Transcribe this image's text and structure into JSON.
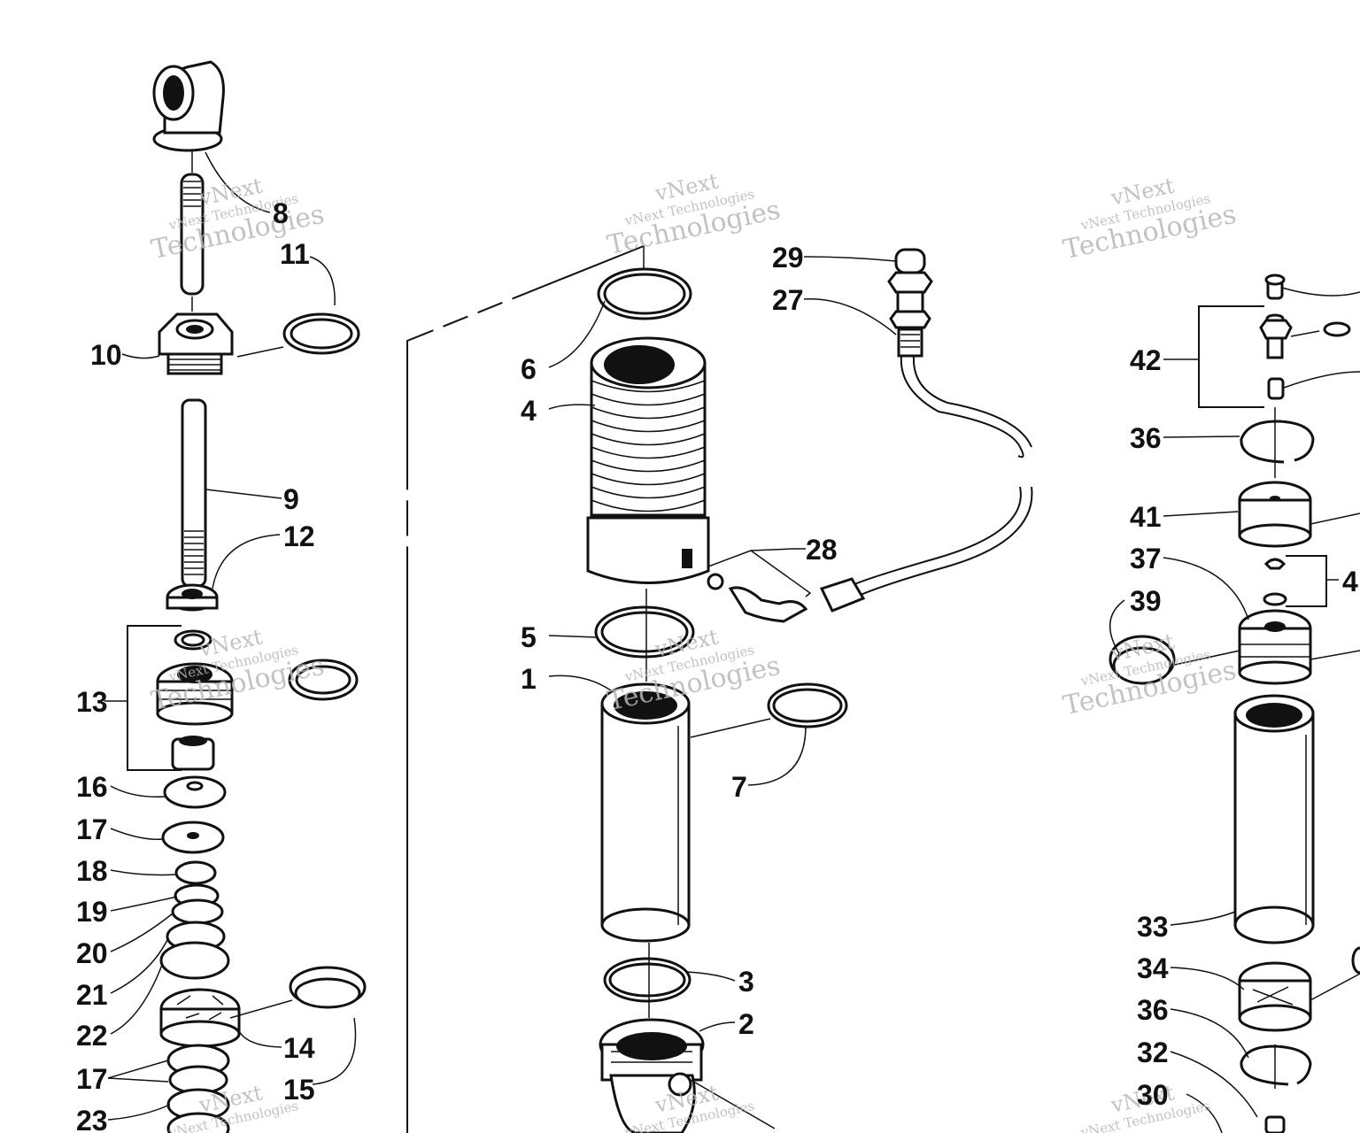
{
  "callouts": [
    {
      "id": "8",
      "text": "8"
    },
    {
      "id": "11",
      "text": "11"
    },
    {
      "id": "10",
      "text": "10"
    },
    {
      "id": "9",
      "text": "9"
    },
    {
      "id": "12",
      "text": "12"
    },
    {
      "id": "13",
      "text": "13"
    },
    {
      "id": "16",
      "text": "16"
    },
    {
      "id": "17a",
      "text": "17"
    },
    {
      "id": "18",
      "text": "18"
    },
    {
      "id": "19",
      "text": "19"
    },
    {
      "id": "20",
      "text": "20"
    },
    {
      "id": "21",
      "text": "21"
    },
    {
      "id": "22",
      "text": "22"
    },
    {
      "id": "14",
      "text": "14"
    },
    {
      "id": "15",
      "text": "15"
    },
    {
      "id": "17b",
      "text": "17"
    },
    {
      "id": "23",
      "text": "23"
    },
    {
      "id": "6",
      "text": "6"
    },
    {
      "id": "4",
      "text": "4"
    },
    {
      "id": "5",
      "text": "5"
    },
    {
      "id": "1",
      "text": "1"
    },
    {
      "id": "7",
      "text": "7"
    },
    {
      "id": "3",
      "text": "3"
    },
    {
      "id": "2",
      "text": "2"
    },
    {
      "id": "29",
      "text": "29"
    },
    {
      "id": "27",
      "text": "27"
    },
    {
      "id": "28",
      "text": "28"
    },
    {
      "id": "42",
      "text": "42"
    },
    {
      "id": "36a",
      "text": "36"
    },
    {
      "id": "41",
      "text": "41"
    },
    {
      "id": "37",
      "text": "37"
    },
    {
      "id": "39",
      "text": "39"
    },
    {
      "id": "4r",
      "text": "4"
    },
    {
      "id": "33",
      "text": "33"
    },
    {
      "id": "34",
      "text": "34"
    },
    {
      "id": "36b",
      "text": "36"
    },
    {
      "id": "32",
      "text": "32"
    },
    {
      "id": "30",
      "text": "30"
    }
  ],
  "watermark": {
    "line1": "vNext",
    "line2": "vNext Technologies",
    "line3": "Technologies"
  }
}
